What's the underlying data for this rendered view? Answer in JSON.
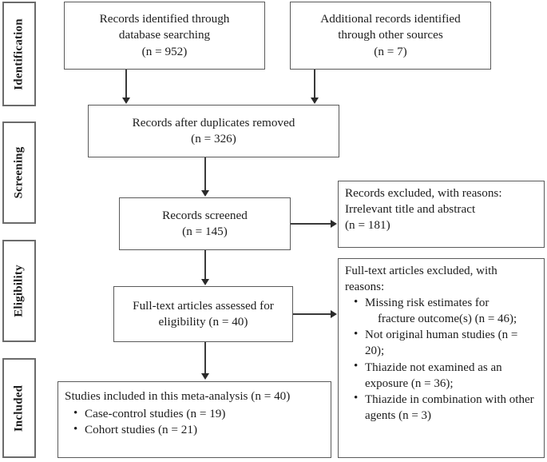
{
  "diagram": {
    "type": "prisma-flow-diagram",
    "stages": [
      {
        "id": "identification",
        "label": "Identification"
      },
      {
        "id": "screening",
        "label": "Screening"
      },
      {
        "id": "eligibility",
        "label": "Eligibility"
      },
      {
        "id": "included",
        "label": "Included"
      }
    ],
    "boxes": {
      "records_identified": {
        "lines": [
          "Records identified through",
          "database searching",
          "(n = 952)"
        ]
      },
      "additional_records": {
        "lines": [
          "Additional records identified",
          "through other sources",
          "(n = 7)"
        ]
      },
      "duplicates_removed": {
        "lines": [
          "Records after duplicates removed",
          "(n = 326)"
        ]
      },
      "records_screened": {
        "lines": [
          "Records screened",
          "(n = 145)"
        ]
      },
      "records_excluded": {
        "lines": [
          "Records excluded, with reasons:",
          "Irrelevant title and abstract",
          "(n = 181)"
        ]
      },
      "fulltext_assessed": {
        "lines": [
          "Full-text articles assessed for",
          "eligibility (n = 40)"
        ]
      },
      "fulltext_excluded": {
        "heading_line1": "Full-text articles excluded, with",
        "heading_line2": "reasons:",
        "bullets": [
          {
            "text": "Missing risk estimates for",
            "continuation": "fracture outcome(s) (n = 46);"
          },
          {
            "text": "Not original human studies (n = 20);"
          },
          {
            "text": "Thiazide not examined as an exposure (n = 36);"
          },
          {
            "text": "Thiazide in combination with other agents (n = 3)"
          }
        ]
      },
      "studies_included": {
        "heading": "Studies included in this meta-analysis (n = 40)",
        "bullets": [
          "Case-control studies (n = 19)",
          "Cohort studies (n = 21)"
        ]
      }
    },
    "bullet_glyph": "•",
    "colors": {
      "box_border": "#5a5a5a",
      "stage_border": "#6b6b6b",
      "connector": "#3a3a3a",
      "text": "#1c1c1c",
      "background": "#ffffff"
    }
  }
}
